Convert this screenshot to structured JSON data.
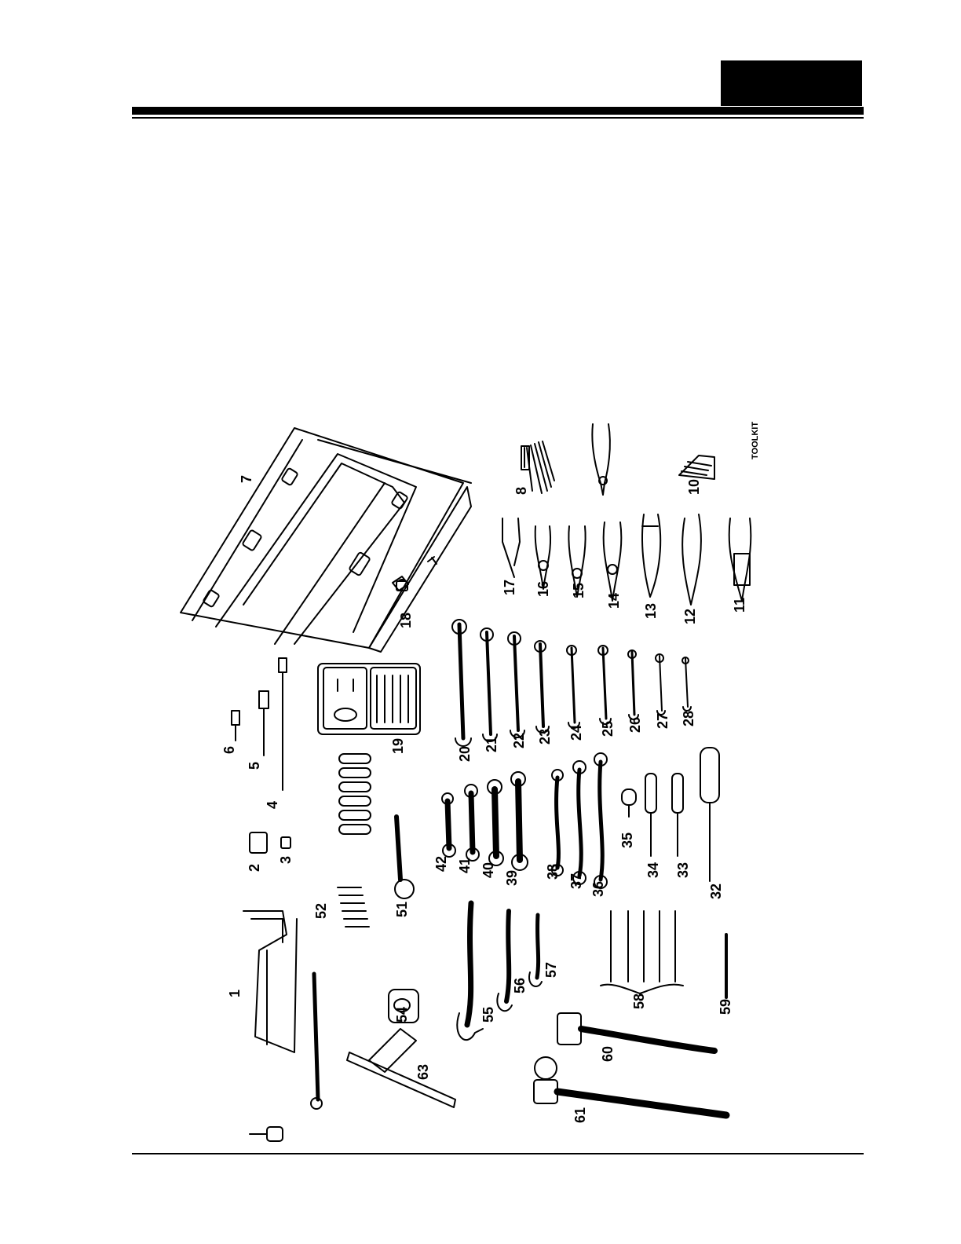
{
  "page": {
    "brand_mark": "TOOLKIT"
  },
  "callouts": [
    "1",
    "2",
    "3",
    "4",
    "5",
    "6",
    "7",
    "8",
    "10",
    "11",
    "12",
    "13",
    "14",
    "15",
    "16",
    "17",
    "18",
    "19",
    "20",
    "21",
    "22",
    "23",
    "24",
    "25",
    "26",
    "27",
    "28",
    "32",
    "33",
    "34",
    "35",
    "36",
    "37",
    "38",
    "39",
    "40",
    "41",
    "42",
    "51",
    "52",
    "54",
    "55",
    "56",
    "57",
    "58",
    "59",
    "60",
    "61",
    "63"
  ],
  "parts": {
    "hacksaw": "1",
    "adapter_a": "2",
    "adapter_b": "3",
    "extension_long": "4",
    "extension_mid": "5",
    "extension_short": "6",
    "tool_chest": "7",
    "hex_key_set": "8",
    "hex_key_holder": "10",
    "diagonal_pliers": "11",
    "groove_pliers": "12",
    "locking_pliers": "13",
    "slip_joint_pliers": "14",
    "long_nose_pliers": "15",
    "cutting_pliers": "16",
    "spring_clamp": "17",
    "padlock_key": "18",
    "socket_case": "19",
    "combination_wrenches": [
      "20",
      "21",
      "22",
      "23",
      "24",
      "25",
      "26",
      "27",
      "28"
    ],
    "screwdriver_large": "32",
    "screwdriver_mid": "33",
    "screwdriver_small": "34",
    "stubby_screwdriver": "35",
    "offset_wrenches": [
      "36",
      "37",
      "38"
    ],
    "ratcheting_wrenches": [
      "39",
      "40",
      "41",
      "42"
    ],
    "ratchet": "51",
    "hex_bits": "52",
    "tape_measure": "54",
    "adjustable_wrenches": [
      "55",
      "56",
      "57"
    ],
    "punch_set": "58",
    "precision_driver": "59",
    "mallet": "60",
    "ball_peen_hammer": "61",
    "combination_square": "63"
  }
}
